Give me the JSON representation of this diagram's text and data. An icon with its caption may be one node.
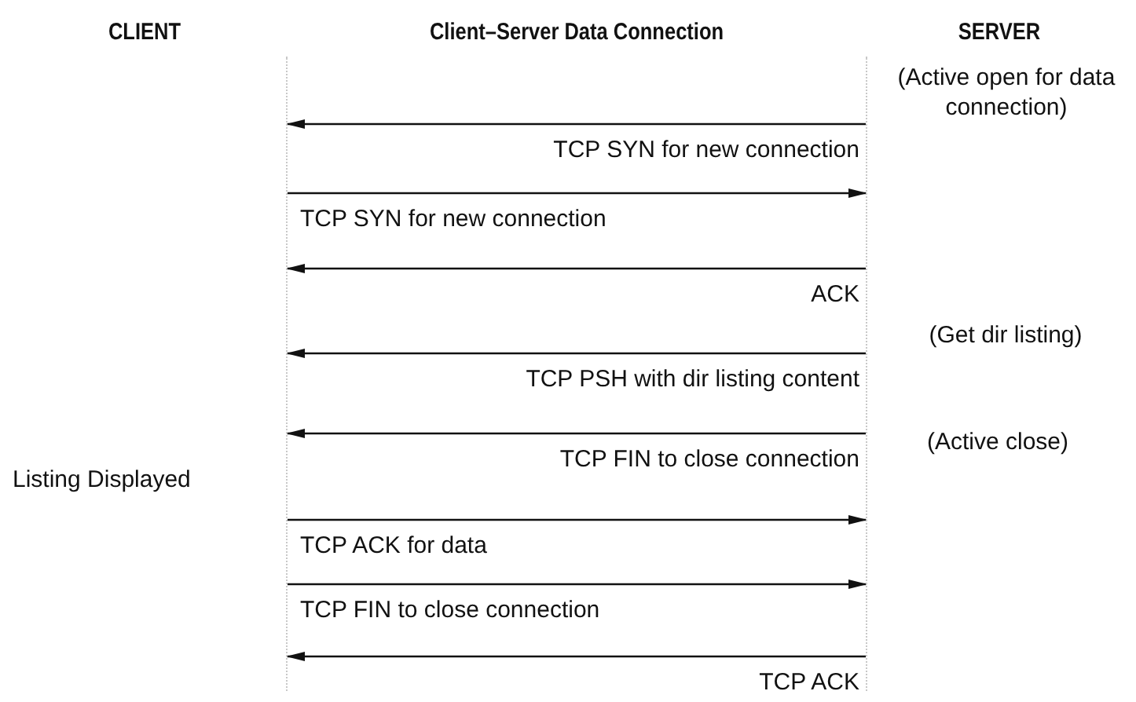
{
  "diagram": {
    "title": "Client–Server Data Connection",
    "nodes": [
      {
        "text": [
          "CLIENT"
        ]
      },
      {
        "text": [
          "SERVER"
        ]
      }
    ],
    "edges": [
      {
        "from": 1,
        "to": 0,
        "arrow": "to",
        "label": "TCP SYN for new connection"
      },
      {
        "from": 0,
        "to": 1,
        "arrow": "to",
        "label": "TCP SYN for new connection"
      },
      {
        "from": 1,
        "to": 0,
        "arrow": "to",
        "label": "ACK"
      },
      {
        "from": 1,
        "to": 0,
        "arrow": "to",
        "label": "TCP PSH with dir listing content"
      },
      {
        "from": 1,
        "to": 0,
        "arrow": "to",
        "label": "TCP FIN to close connection"
      },
      {
        "from": 0,
        "to": 1,
        "arrow": "to",
        "label": "TCP ACK for data"
      },
      {
        "from": 0,
        "to": 1,
        "arrow": "to",
        "label": "TCP FIN to close connection"
      },
      {
        "from": 1,
        "to": 0,
        "arrow": "to",
        "label": "TCP ACK"
      }
    ],
    "labels": [
      "(Active open for data connection)",
      "(Get dir listing)",
      "(Active close)",
      "Listing Displayed"
    ]
  }
}
